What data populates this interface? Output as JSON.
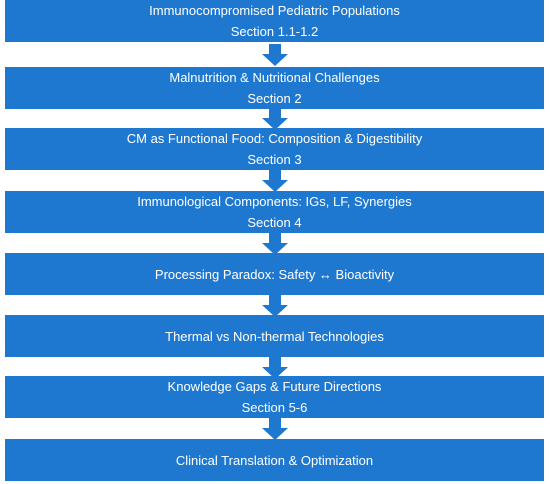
{
  "flow": {
    "steps": [
      {
        "title": "Immunocompromised Pediatric Populations",
        "section": "Section 1.1-1.2"
      },
      {
        "title": "Malnutrition & Nutritional Challenges",
        "section": "Section 2"
      },
      {
        "title": "CM as Functional Food: Composition & Digestibility",
        "section": "Section 3"
      },
      {
        "title": "Immunological Components: IGs, LF, Synergies",
        "section": "Section 4"
      },
      {
        "title": "Processing Paradox: Safety ↔ Bioactivity",
        "section": ""
      },
      {
        "title": "Thermal vs Non-thermal Technologies",
        "section": ""
      },
      {
        "title": "Knowledge Gaps & Future Directions",
        "section": "Section 5-6"
      },
      {
        "title": "Clinical Translation & Optimization",
        "section": ""
      }
    ]
  },
  "colors": {
    "box_fill": "#1f78cf",
    "text": "#ffffff",
    "arrow": "#1f78cf"
  },
  "icons": {
    "connector": "arrow-down-icon"
  }
}
